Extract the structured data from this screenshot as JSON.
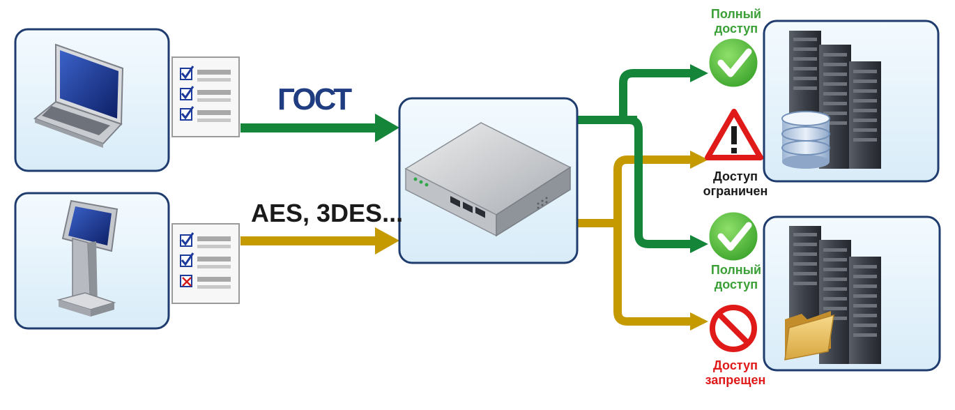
{
  "protocols": {
    "gost": "ГОСТ",
    "aes": "AES, 3DES..."
  },
  "statuses": {
    "full_top": [
      "Полный",
      "доступ"
    ],
    "limited": [
      "Доступ",
      "ограничен"
    ],
    "full_bottom": [
      "Полный",
      "доступ"
    ],
    "denied": [
      "Доступ",
      "запрещен"
    ]
  },
  "colors": {
    "green_line": "#15853a",
    "gold_line": "#c49a00",
    "full_label": "#3aa036",
    "limited_label": "#1a1a1a",
    "denied_label": "#e01919",
    "gost_text": "#1f3d80",
    "panel_border": "#1f3c6e",
    "panel_fill": "#e6f3fb"
  },
  "icons": [
    "laptop-icon",
    "kiosk-icon",
    "checklist-icon",
    "router-icon",
    "server-rack-icon",
    "database-icon",
    "folder-icon",
    "check-circle-icon",
    "warning-triangle-icon",
    "no-entry-icon"
  ]
}
